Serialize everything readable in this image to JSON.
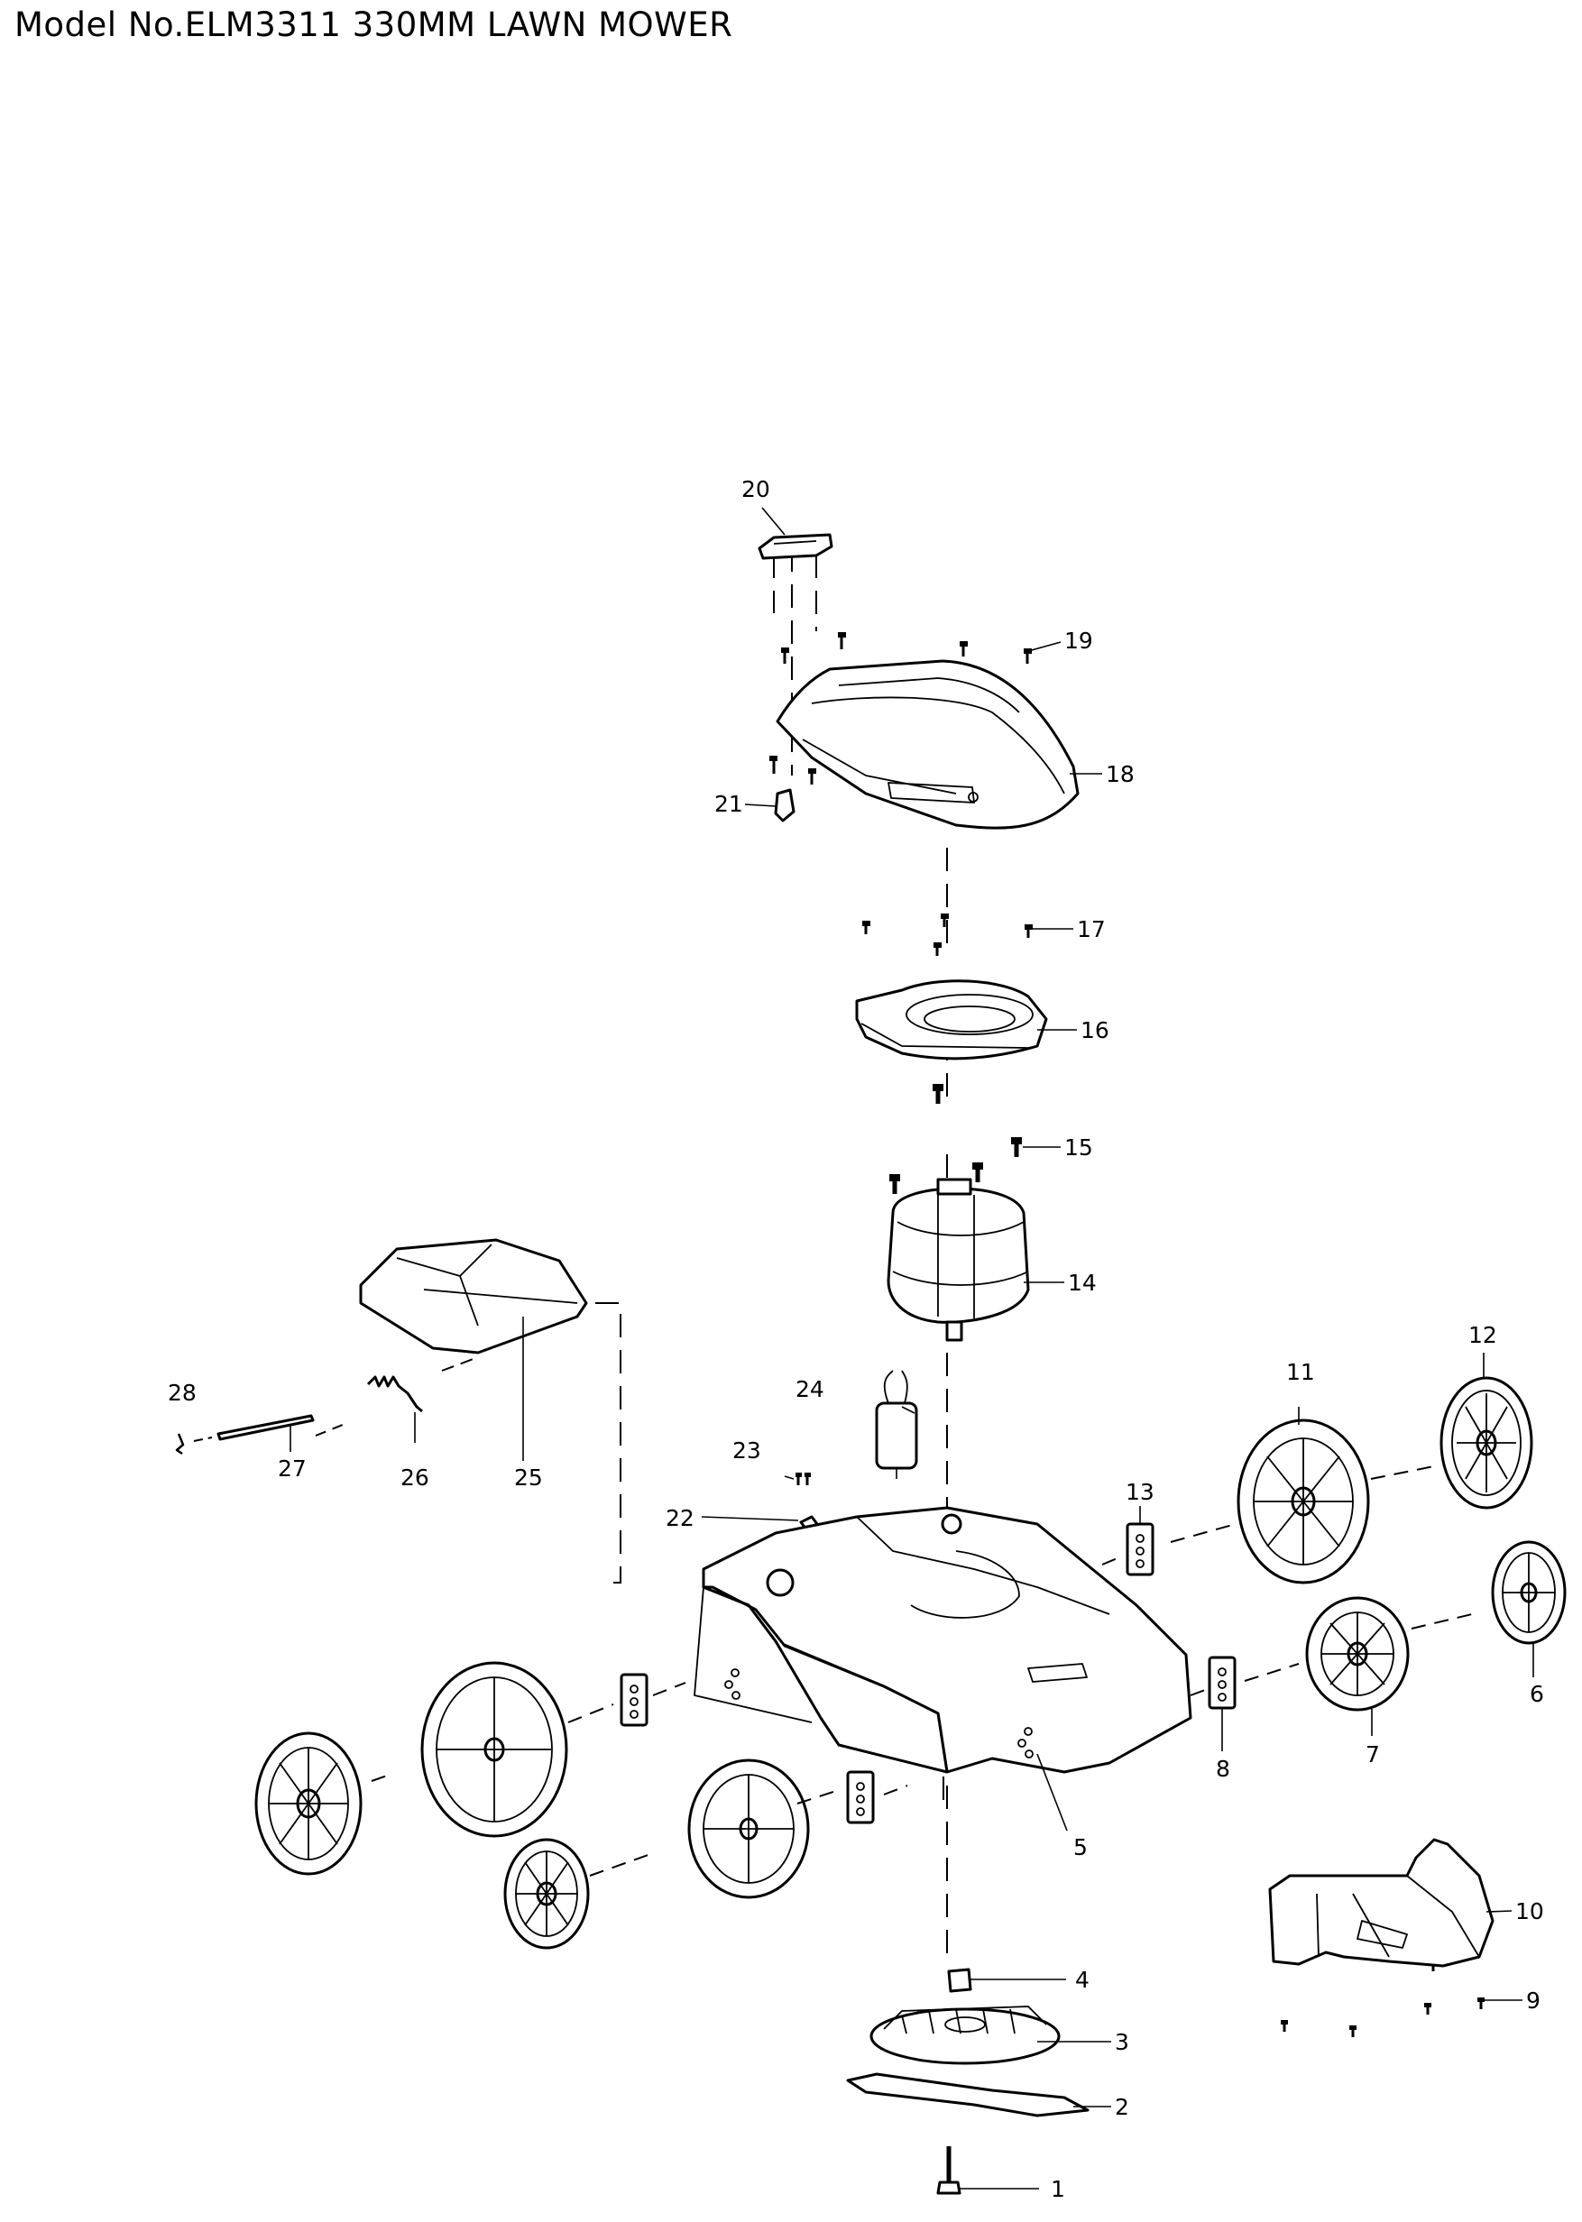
{
  "title": "Model No.ELM3311 330MM LAWN MOWER",
  "callouts": [
    "1",
    "2",
    "3",
    "4",
    "5",
    "6",
    "7",
    "8",
    "9",
    "10",
    "11",
    "12",
    "13",
    "14",
    "15",
    "16",
    "17",
    "18",
    "19",
    "20",
    "21",
    "22",
    "23",
    "24",
    "25",
    "26",
    "27",
    "28"
  ]
}
